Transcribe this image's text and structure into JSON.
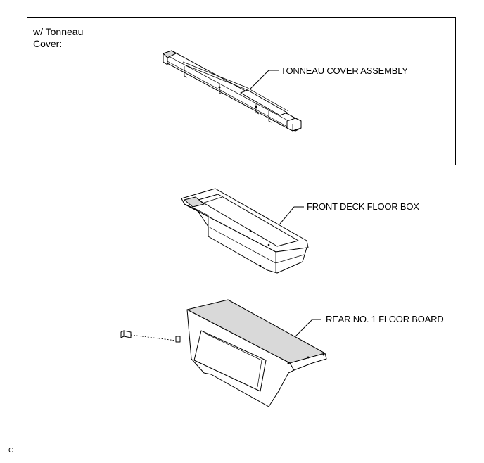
{
  "condition_label": {
    "line1": "w/ Tonneau",
    "line2": "Cover:"
  },
  "parts": {
    "tonneau_cover": "TONNEAU COVER ASSEMBLY",
    "floor_box": "FRONT DECK FLOOR BOX",
    "floor_board": "REAR NO. 1 FLOOR BOARD"
  },
  "figure_id": "C"
}
